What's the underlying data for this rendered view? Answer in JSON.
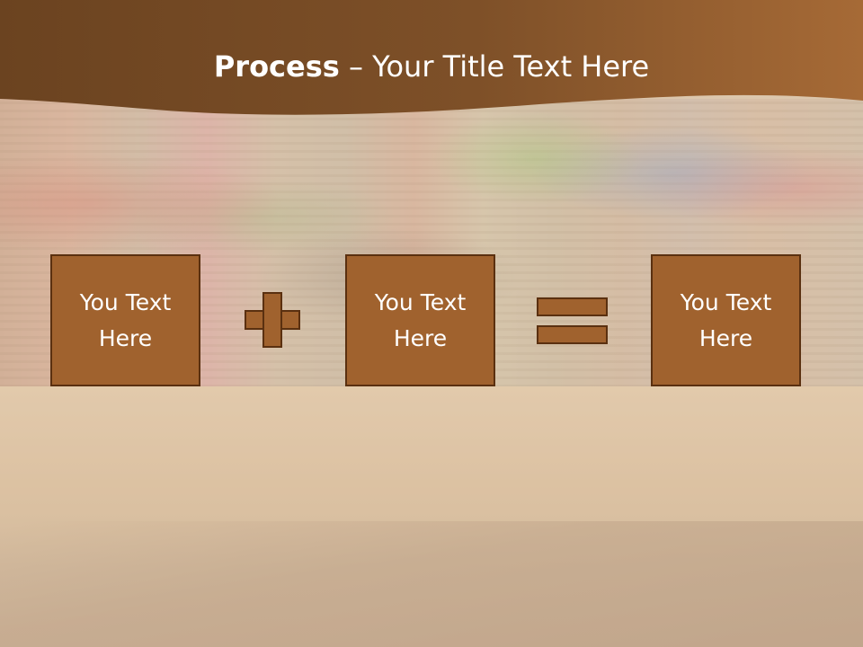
{
  "slide": {
    "title_bold": "Process",
    "title_rest": " – Your Title Text Here"
  },
  "boxes": [
    {
      "text": "You Text Here"
    },
    {
      "text": "You Text Here"
    },
    {
      "text": "You Text Here"
    }
  ],
  "operators": {
    "first": "plus-icon",
    "second": "equals-icon"
  },
  "colors": {
    "banner_dark": "#6b4320",
    "banner_light": "#a66a36",
    "box_fill": "#a0622e",
    "box_border": "#5a3010",
    "text": "#ffffff"
  }
}
